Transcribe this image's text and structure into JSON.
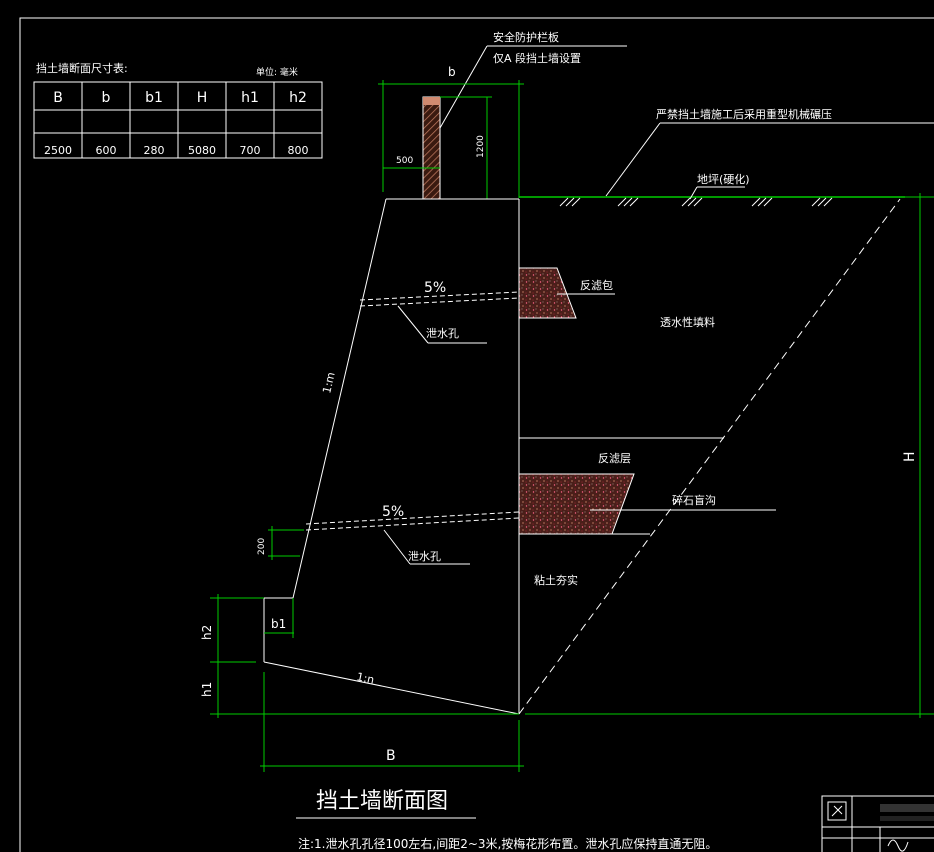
{
  "table": {
    "title": "挡土墙断面尺寸表:",
    "unit": "单位: 毫米",
    "headers": [
      "B",
      "b",
      "b1",
      "H",
      "h1",
      "h2"
    ],
    "row_empty": [
      "",
      "",
      "",
      "",
      "",
      ""
    ],
    "values": [
      "2500",
      "600",
      "280",
      "5080",
      "700",
      "800"
    ]
  },
  "labels": {
    "guardrail": "安全防护栏板",
    "guardrail_note": "仅A 段挡土墙设置",
    "dim_b_top": "b",
    "dim_500": "500",
    "dim_1200": "1200",
    "no_machine": "严禁挡土墙施工后采用重型机械碾压",
    "ground": "地坪(硬化)",
    "filter_bag": "反滤包",
    "permeable": "透水性填料",
    "slope_top": "5%",
    "drain_top": "泄水孔",
    "batter": "1:m",
    "filter_layer": "反滤层",
    "gravel_drain": "碎石盲沟",
    "slope_bottom": "5%",
    "dim_200": "200",
    "drain_bottom": "泄水孔",
    "clay": "粘土夯实",
    "dim_b1": "b1",
    "dim_h2": "h2",
    "dim_h1": "h1",
    "base_slope": "1:n",
    "dim_B": "B",
    "dim_H": "H"
  },
  "drawing_title": "挡土墙断面图",
  "note": "注:1.泄水孔孔径100左右,间距2~3米,按梅花形布置。泄水孔应保持直通无阻。",
  "colors": {
    "line": "#ffffff",
    "dimension": "#00cc00",
    "fill_filter": "#7a4a3a",
    "fill_dots": "#ff5577",
    "hatch": "#b07060"
  }
}
